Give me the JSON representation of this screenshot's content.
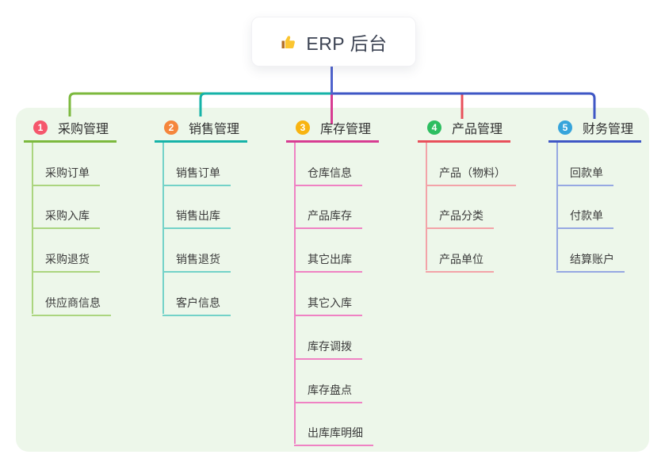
{
  "root": {
    "icon": "thumbs-up",
    "label": "ERP 后台"
  },
  "connector_colors": {
    "stem": "#4f63cd"
  },
  "branches": [
    {
      "badge": "1",
      "label": "采购管理",
      "badge_color": "#f5576c",
      "line_color": "#7cb93e",
      "light_color": "#abd57f",
      "children": [
        "采购订单",
        "采购入库",
        "采购退货",
        "供应商信息"
      ]
    },
    {
      "badge": "2",
      "label": "销售管理",
      "badge_color": "#f5863c",
      "line_color": "#16b3a8",
      "light_color": "#73d2c8",
      "children": [
        "销售订单",
        "销售出库",
        "销售退货",
        "客户信息"
      ]
    },
    {
      "badge": "3",
      "label": "库存管理",
      "badge_color": "#f8b411",
      "line_color": "#d73d92",
      "light_color": "#ef82c3",
      "children": [
        "仓库信息",
        "产品库存",
        "其它出库",
        "其它入库",
        "库存调拨",
        "库存盘点",
        "出库库明细"
      ]
    },
    {
      "badge": "4",
      "label": "产品管理",
      "badge_color": "#2dbe60",
      "line_color": "#e8505b",
      "light_color": "#f3a3a8",
      "children": [
        "产品（物料）",
        "产品分类",
        "产品单位"
      ]
    },
    {
      "badge": "5",
      "label": "财务管理",
      "badge_color": "#36a4db",
      "line_color": "#3f57c5",
      "light_color": "#96a8e2",
      "children": [
        "回款单",
        "付款单",
        "结算账户"
      ]
    }
  ]
}
